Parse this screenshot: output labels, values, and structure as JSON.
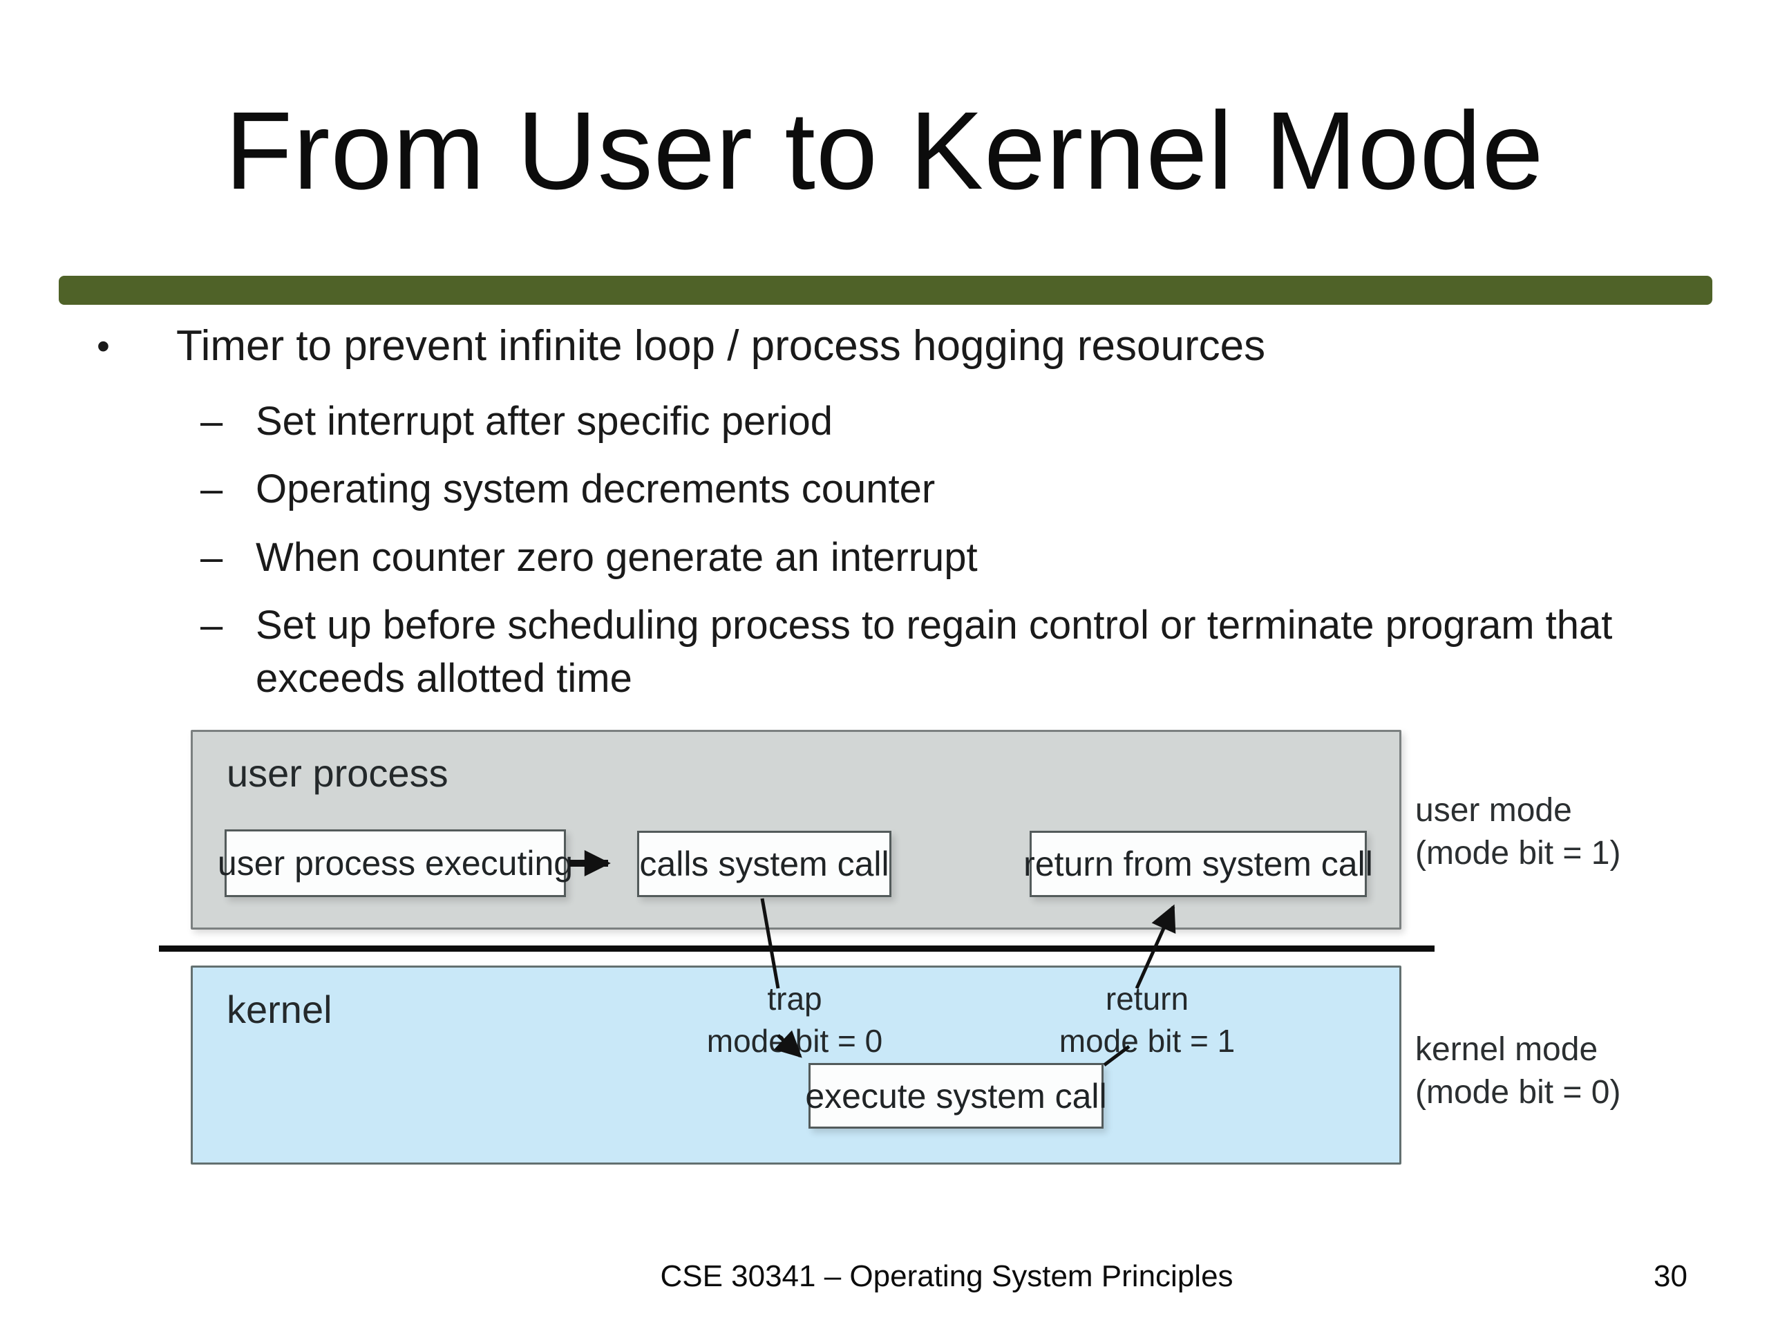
{
  "slide": {
    "title": "From User to Kernel Mode",
    "accent_bar_color": "#4f6228"
  },
  "content": {
    "bullet_glyph": "•",
    "sub_bullet_glyph": "–",
    "bullet": "Timer to prevent infinite loop / process hogging resources",
    "sub_bullets": [
      "Set interrupt after specific period",
      "Operating system decrements counter",
      "When counter zero generate an interrupt",
      "Set up before scheduling process to regain control or terminate program that exceeds allotted time"
    ]
  },
  "diagram": {
    "user_region_label": "user process",
    "kernel_region_label": "kernel",
    "boxes": {
      "user_process_executing": "user process executing",
      "calls_system_call": "calls system call",
      "return_from_system_call": "return from system call",
      "execute_system_call": "execute system call"
    },
    "transitions": {
      "trap_line1": "trap",
      "trap_line2": "mode bit = 0",
      "return_line1": "return",
      "return_line2": "mode bit = 1"
    },
    "side_labels": {
      "user_mode_line1": "user mode",
      "user_mode_line2": "(mode bit = 1)",
      "kernel_mode_line1": "kernel mode",
      "kernel_mode_line2": "(mode bit = 0)"
    },
    "colors": {
      "user_region_fill": "#d2d6d5",
      "kernel_region_fill": "#c9e8f8",
      "node_fill": "#fcfdfd",
      "node_border": "#535b5b",
      "separator": "#0d0d0d"
    }
  },
  "footer": {
    "course": "CSE 30341 – Operating System Principles",
    "page_number": "30"
  }
}
